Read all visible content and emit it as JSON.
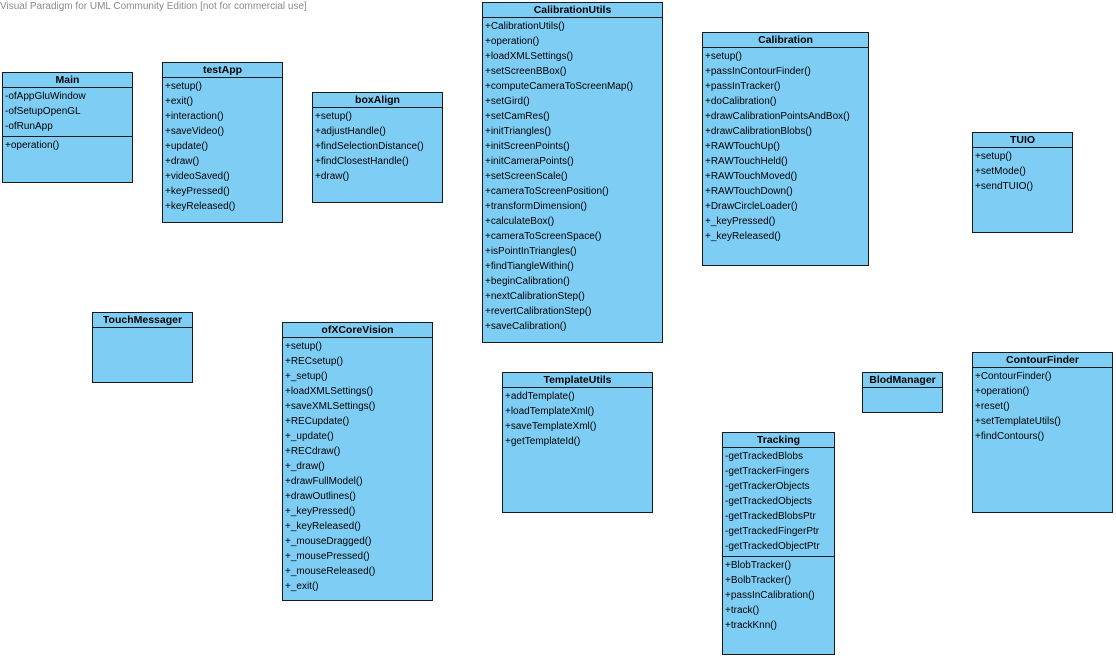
{
  "watermark": "Visual Paradigm for UML Community Edition [not for commercial use]",
  "classes": {
    "main": {
      "name": "Main",
      "attributes": [
        "-ofAppGluWindow",
        "-ofSetupOpenGL",
        "-ofRunApp"
      ],
      "operations": [
        "+operation()"
      ]
    },
    "testApp": {
      "name": "testApp",
      "operations": [
        "+setup()",
        "+exit()",
        "+interaction()",
        "+saveVideo()",
        "+update()",
        "+draw()",
        "+videoSaved()",
        "+keyPressed()",
        "+keyReleased()"
      ]
    },
    "boxAlign": {
      "name": "boxAlign",
      "operations": [
        "+setup()",
        "+adjustHandle()",
        "+findSelectionDistance()",
        "+findClosestHandle()",
        "+draw()"
      ]
    },
    "calibrationUtils": {
      "name": "CalibrationUtils",
      "operations": [
        "+CalibrationUtils()",
        "+operation()",
        "+loadXMLSettings()",
        "+setScreenBBox()",
        "+computeCameraToScreenMap()",
        "+setGird()",
        "+setCamRes()",
        "+initTriangles()",
        "+initScreenPoints()",
        "+initCameraPoints()",
        "+setScreenScale()",
        "+cameraToScreenPosition()",
        "+transformDimension()",
        "+calculateBox()",
        "+cameraToScreenSpace()",
        "+isPointInTriangles()",
        "+findTiangleWithin()",
        "+beginCalibration()",
        "+nextCalibrationStep()",
        "+revertCalibrationStep()",
        "+saveCalibration()"
      ]
    },
    "calibration": {
      "name": "Calibration",
      "operations": [
        "+setup()",
        "+passInContourFinder()",
        "+passInTracker()",
        "+doCalibration()",
        "+drawCalibrationPointsAndBox()",
        "+drawCalibrationBlobs()",
        "+RAWTouchUp()",
        "+RAWTouchHeld()",
        "+RAWTouchMoved()",
        "+RAWTouchDown()",
        "+DrawCircleLoader()",
        "+_keyPressed()",
        "+_keyReleased()"
      ]
    },
    "tuio": {
      "name": "TUIO",
      "operations": [
        "+setup()",
        "+setMode()",
        "+sendTUIO()"
      ]
    },
    "touchMessager": {
      "name": "TouchMessager",
      "operations": []
    },
    "ofxCoreVision": {
      "name": "ofXCoreVision",
      "operations": [
        "+setup()",
        "+RECsetup()",
        "+_setup()",
        "+loadXMLSettings()",
        "+saveXMLSettings()",
        "+RECupdate()",
        "+_update()",
        "+RECdraw()",
        "+_draw()",
        "+drawFullModel()",
        "+drawOutlines()",
        "+_keyPressed()",
        "+_keyReleased()",
        "+_mouseDragged()",
        "+_mousePressed()",
        "+_mouseReleased()",
        "+_exit()"
      ]
    },
    "templateUtils": {
      "name": "TemplateUtils",
      "operations": [
        "+addTemplate()",
        "+loadTemplateXml()",
        "+saveTemplateXml()",
        "+getTemplateId()"
      ]
    },
    "blobManager": {
      "name": "BlodManager",
      "operations": []
    },
    "contourFinder": {
      "name": "ContourFinder",
      "operations": [
        "+ContourFinder()",
        "+operation()",
        "+reset()",
        "+setTemplateUtils()",
        "+findContours()"
      ]
    },
    "tracking": {
      "name": "Tracking",
      "attributes": [
        "-getTrackedBlobs",
        "-getTrackerFingers",
        "-getTrackerObjects",
        "-getTrackedObjects",
        "-getTrackedBlobsPtr",
        "-getTrackedFingerPtr",
        "-getTrackedObjectPtr"
      ],
      "operations": [
        "+BlobTracker()",
        "+BolbTracker()",
        "+passInCalibration()",
        "+track()",
        "+trackKnn()"
      ]
    }
  }
}
